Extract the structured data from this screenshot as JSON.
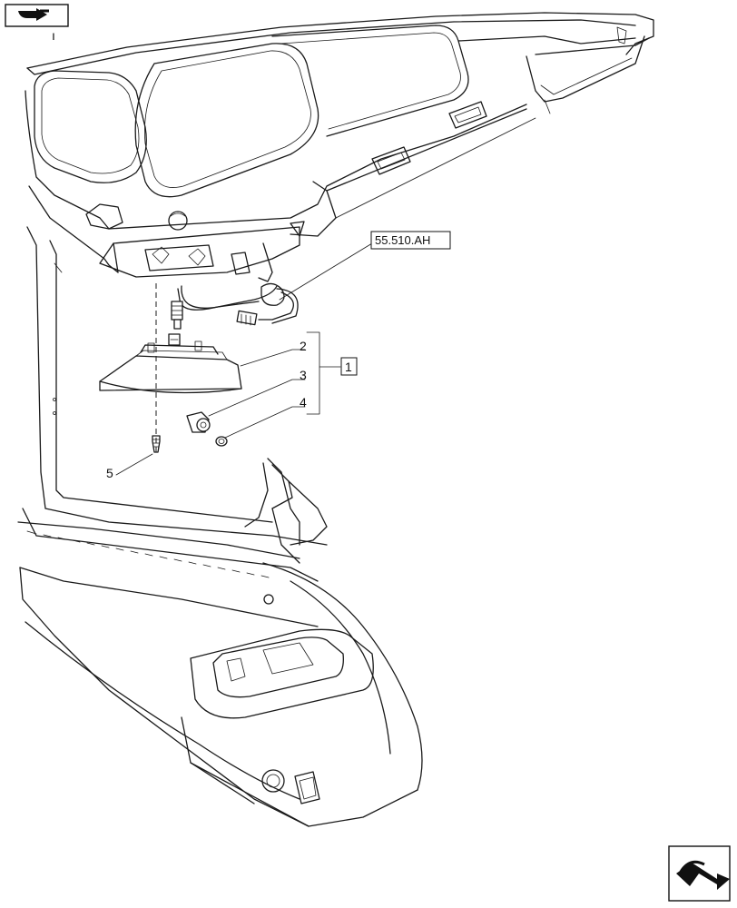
{
  "reference_label": "55.510.AH",
  "group_label": "1",
  "callouts": [
    {
      "id": "2",
      "part": "lamp-housing"
    },
    {
      "id": "3",
      "part": "connector"
    },
    {
      "id": "4",
      "part": "ring"
    },
    {
      "id": "5",
      "part": "screw"
    }
  ],
  "icons": {
    "top_left": "navigate-back-icon",
    "bottom_right": "navigate-forward-icon"
  },
  "small_mark": "ı"
}
